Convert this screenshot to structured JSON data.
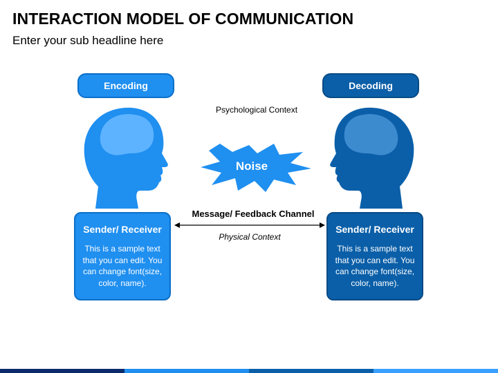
{
  "header": {
    "title": "INTERACTION MODEL OF COMMUNICATION",
    "subtitle": "Enter your sub headline here"
  },
  "labels": {
    "encoding": "Encoding",
    "decoding": "Decoding",
    "psychological_context": "Psychological Context",
    "noise": "Noise",
    "channel": "Message/ Feedback Channel",
    "physical_context": "Physical Context"
  },
  "sender_left": {
    "title": "Sender/ Receiver",
    "text": "This is a sample text that you can edit. You can change font(size, color, name)."
  },
  "sender_right": {
    "title": "Sender/ Receiver",
    "text": "This is a sample text that you can edit. You can change font(size, color, name)."
  },
  "colors": {
    "light_blue": "#1f8ff0",
    "dark_blue": "#0b5fa8",
    "noise_blue": "#1f8ff0",
    "footer": [
      "#0b2a6b",
      "#1f8ff0",
      "#0b5fa8",
      "#3aa0ff"
    ]
  }
}
